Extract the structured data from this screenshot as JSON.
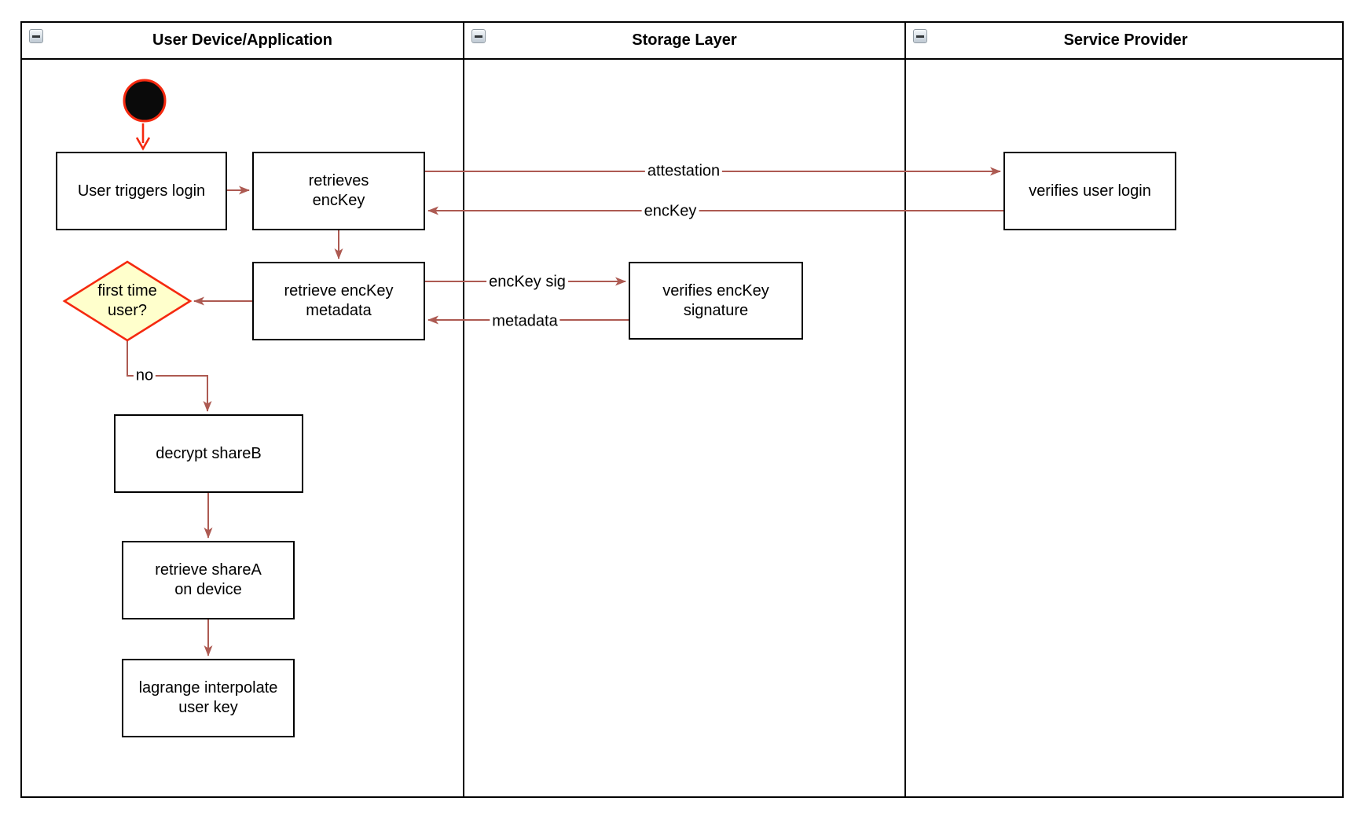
{
  "diagram_type": "swimlane-activity-diagram",
  "lanes": [
    {
      "title": "User Device/Application"
    },
    {
      "title": "Storage Layer"
    },
    {
      "title": "Service Provider"
    }
  ],
  "icons": {
    "lane_collapse": "minus"
  },
  "nodes": {
    "start": "initial-node",
    "user_triggers_login": "User triggers login",
    "retrieves_enckey": "retrieves\nencKey",
    "retrieve_enckey_metadata": "retrieve encKey\nmetadata",
    "first_time_user": "first time\nuser?",
    "decrypt_shareb": "decrypt shareB",
    "retrieve_sharea": "retrieve shareA\non device",
    "lagrange_interpolate": "lagrange interpolate\nuser key",
    "verifies_enckey_signature": "verifies encKey\nsignature",
    "verifies_user_login": "verifies user login"
  },
  "edge_labels": {
    "attestation": "attestation",
    "enckey": "encKey",
    "enckey_sig": "encKey sig",
    "metadata": "metadata",
    "no": "no"
  },
  "colors": {
    "edge_arrow": "#ad5a52",
    "highlight_red": "#f5290f",
    "decision_fill": "#ffffcc",
    "shape_border": "#000000",
    "shape_fill": "#ffffff"
  }
}
